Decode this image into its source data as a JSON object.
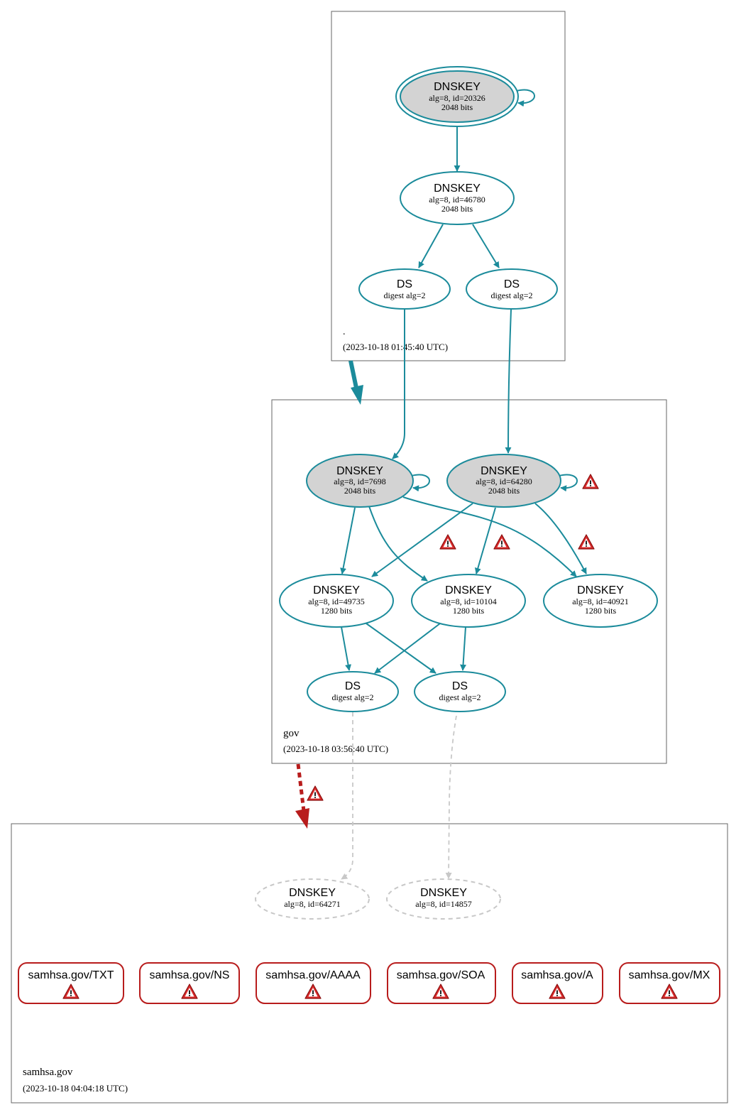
{
  "colors": {
    "teal": "#1b8b9b",
    "red": "#b81c1c",
    "gray_fill": "#d3d3d3",
    "dashed_gray": "#c8c8c8",
    "zone_border": "#666666"
  },
  "zones": {
    "root": {
      "name": ".",
      "timestamp": "(2023-10-18 01:45:40 UTC)"
    },
    "gov": {
      "name": "gov",
      "timestamp": "(2023-10-18 03:56:40 UTC)"
    },
    "samhsa": {
      "name": "samhsa.gov",
      "timestamp": "(2023-10-18 04:04:18 UTC)"
    }
  },
  "nodes": {
    "root_ksk": {
      "title": "DNSKEY",
      "line1": "alg=8, id=20326",
      "line2": "2048 bits"
    },
    "root_zsk": {
      "title": "DNSKEY",
      "line1": "alg=8, id=46780",
      "line2": "2048 bits"
    },
    "root_ds1": {
      "title": "DS",
      "line1": "digest alg=2"
    },
    "root_ds2": {
      "title": "DS",
      "line1": "digest alg=2"
    },
    "gov_ksk1": {
      "title": "DNSKEY",
      "line1": "alg=8, id=7698",
      "line2": "2048 bits"
    },
    "gov_ksk2": {
      "title": "DNSKEY",
      "line1": "alg=8, id=64280",
      "line2": "2048 bits"
    },
    "gov_zsk1": {
      "title": "DNSKEY",
      "line1": "alg=8, id=49735",
      "line2": "1280 bits"
    },
    "gov_zsk2": {
      "title": "DNSKEY",
      "line1": "alg=8, id=10104",
      "line2": "1280 bits"
    },
    "gov_zsk3": {
      "title": "DNSKEY",
      "line1": "alg=8, id=40921",
      "line2": "1280 bits"
    },
    "gov_ds1": {
      "title": "DS",
      "line1": "digest alg=2"
    },
    "gov_ds2": {
      "title": "DS",
      "line1": "digest alg=2"
    },
    "sam_key1": {
      "title": "DNSKEY",
      "line1": "alg=8, id=64271"
    },
    "sam_key2": {
      "title": "DNSKEY",
      "line1": "alg=8, id=14857"
    }
  },
  "rrsets": [
    "samhsa.gov/TXT",
    "samhsa.gov/NS",
    "samhsa.gov/AAAA",
    "samhsa.gov/SOA",
    "samhsa.gov/A",
    "samhsa.gov/MX"
  ],
  "icons": {
    "warning": "warning-triangle-icon"
  }
}
